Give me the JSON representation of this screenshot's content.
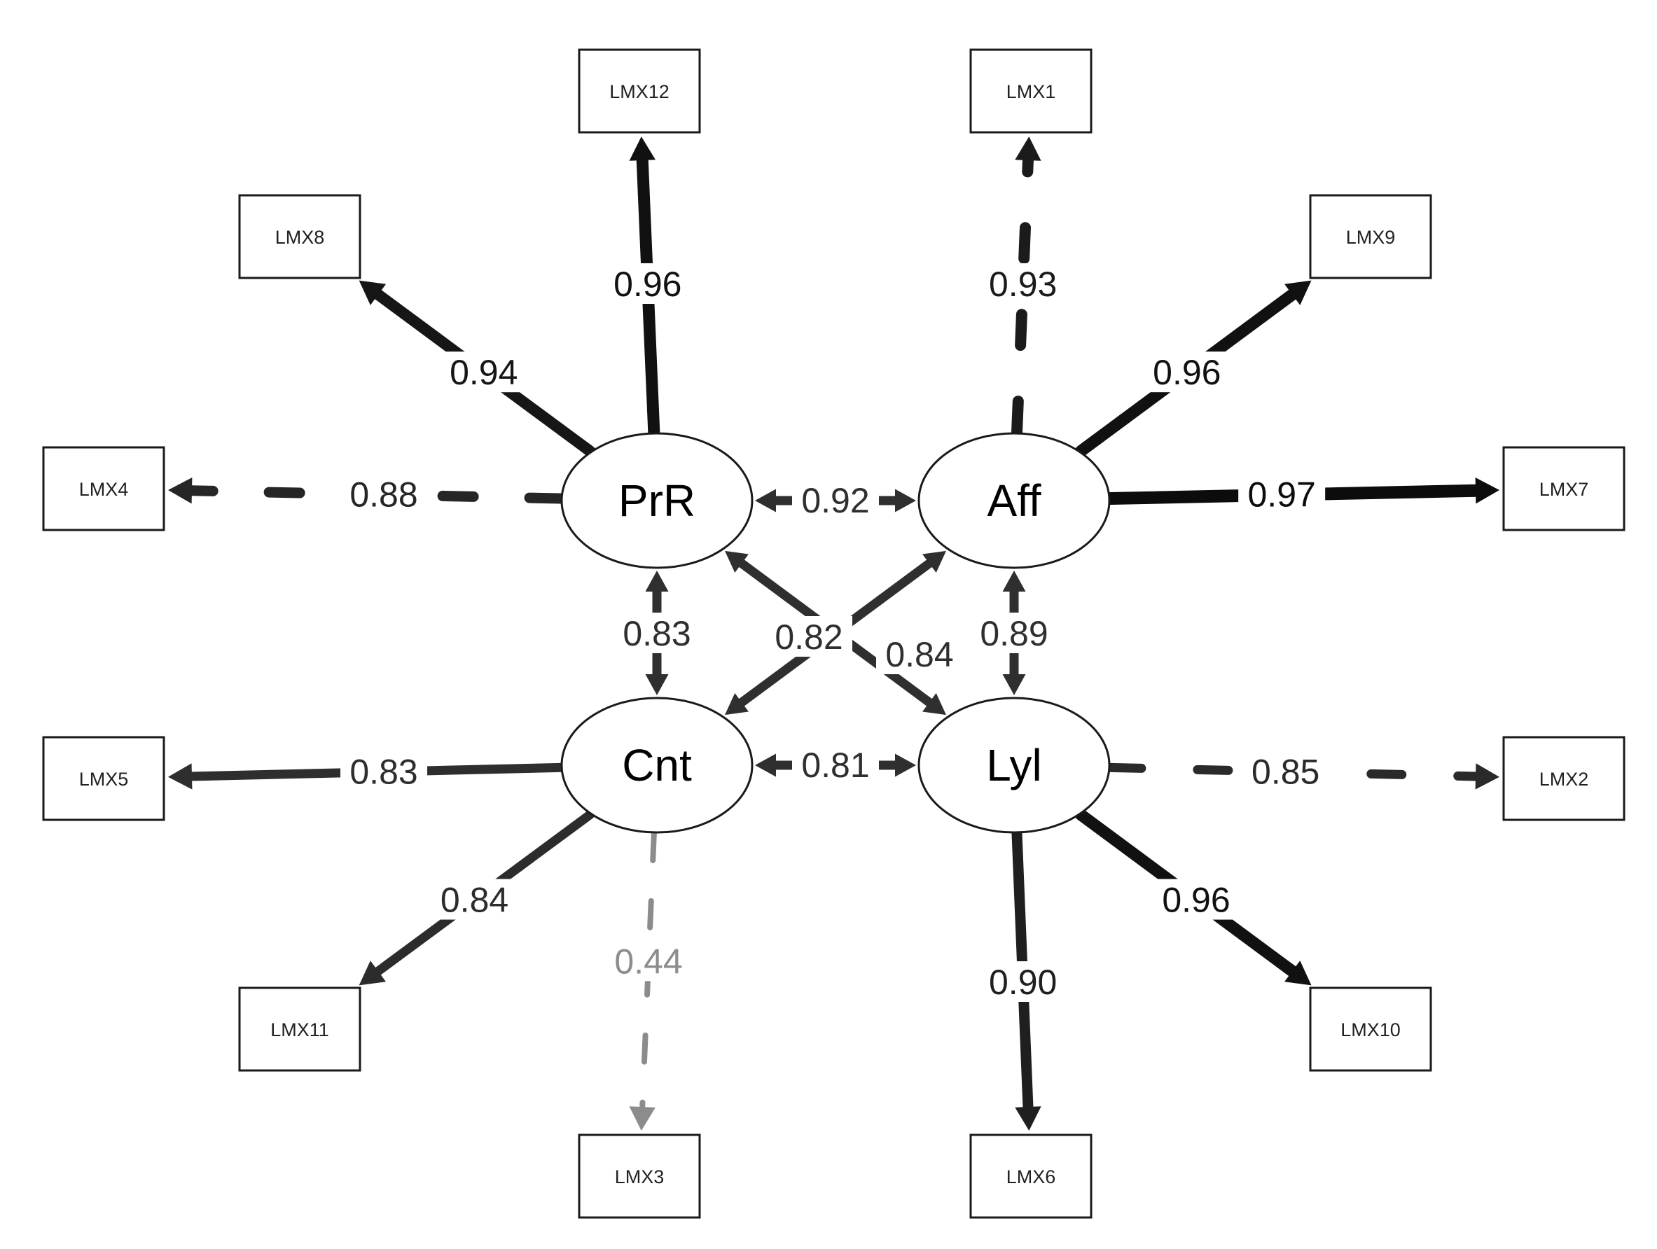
{
  "diagram": {
    "latents": [
      {
        "id": "PrR",
        "label": "PrR"
      },
      {
        "id": "Aff",
        "label": "Aff"
      },
      {
        "id": "Cnt",
        "label": "Cnt"
      },
      {
        "id": "Lyl",
        "label": "Lyl"
      }
    ],
    "indicators": [
      {
        "id": "LMX12",
        "label": "LMX12"
      },
      {
        "id": "LMX1",
        "label": "LMX1"
      },
      {
        "id": "LMX8",
        "label": "LMX8"
      },
      {
        "id": "LMX9",
        "label": "LMX9"
      },
      {
        "id": "LMX4",
        "label": "LMX4"
      },
      {
        "id": "LMX7",
        "label": "LMX7"
      },
      {
        "id": "LMX5",
        "label": "LMX5"
      },
      {
        "id": "LMX2",
        "label": "LMX2"
      },
      {
        "id": "LMX11",
        "label": "LMX11"
      },
      {
        "id": "LMX10",
        "label": "LMX10"
      },
      {
        "id": "LMX3",
        "label": "LMX3"
      },
      {
        "id": "LMX6",
        "label": "LMX6"
      }
    ],
    "loadings": [
      {
        "from": "PrR",
        "to": "LMX12",
        "value": "0.96",
        "style": "solid",
        "color": "#111111"
      },
      {
        "from": "PrR",
        "to": "LMX8",
        "value": "0.94",
        "style": "solid",
        "color": "#161616"
      },
      {
        "from": "PrR",
        "to": "LMX4",
        "value": "0.88",
        "style": "dashed",
        "color": "#262626"
      },
      {
        "from": "Aff",
        "to": "LMX1",
        "value": "0.93",
        "style": "dashed",
        "color": "#1b1b1b"
      },
      {
        "from": "Aff",
        "to": "LMX9",
        "value": "0.96",
        "style": "solid",
        "color": "#111111"
      },
      {
        "from": "Aff",
        "to": "LMX7",
        "value": "0.97",
        "style": "solid",
        "color": "#0c0c0c"
      },
      {
        "from": "Cnt",
        "to": "LMX5",
        "value": "0.83",
        "style": "solid",
        "color": "#2e2e2e"
      },
      {
        "from": "Cnt",
        "to": "LMX11",
        "value": "0.84",
        "style": "solid",
        "color": "#2c2c2c"
      },
      {
        "from": "Cnt",
        "to": "LMX3",
        "value": "0.44",
        "style": "dashed",
        "color": "#8c8c8c"
      },
      {
        "from": "Lyl",
        "to": "LMX2",
        "value": "0.85",
        "style": "dashed",
        "color": "#2a2a2a"
      },
      {
        "from": "Lyl",
        "to": "LMX10",
        "value": "0.96",
        "style": "solid",
        "color": "#111111"
      },
      {
        "from": "Lyl",
        "to": "LMX6",
        "value": "0.90",
        "style": "solid",
        "color": "#1f1f1f"
      }
    ],
    "covariances": [
      {
        "from": "PrR",
        "to": "Aff",
        "value": "0.92"
      },
      {
        "from": "PrR",
        "to": "Cnt",
        "value": "0.83"
      },
      {
        "from": "Aff",
        "to": "Lyl",
        "value": "0.89"
      },
      {
        "from": "Cnt",
        "to": "Lyl",
        "value": "0.81"
      },
      {
        "from": "Cnt",
        "to": "Aff",
        "value": "0.82"
      },
      {
        "from": "PrR",
        "to": "Lyl",
        "value": "0.84"
      }
    ],
    "colors": {
      "covariance": "#2f2f2f",
      "outline": "#1a1a1a"
    }
  }
}
